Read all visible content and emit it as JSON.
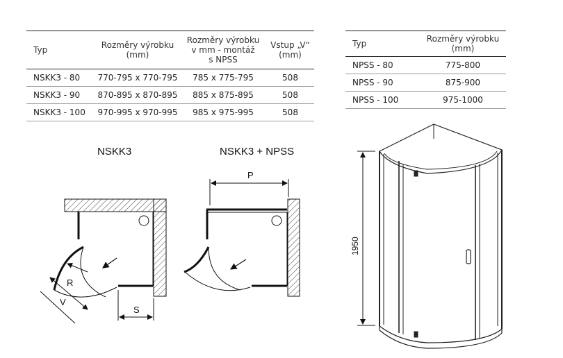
{
  "table1": {
    "headers": [
      "Typ",
      "Rozměry výrobku\n(mm)",
      "Rozměry výrobku\nv mm - montáž\ns NPSS",
      "Vstup „V“\n(mm)"
    ],
    "rows": [
      [
        "NSKK3 - 80",
        "770-795 x 770-795",
        "785 x 775-795",
        "508"
      ],
      [
        "NSKK3 - 90",
        "870-895 x 870-895",
        "885 x 875-895",
        "508"
      ],
      [
        "NSKK3 - 100",
        "970-995 x 970-995",
        "985 x 975-995",
        "508"
      ]
    ]
  },
  "table2": {
    "headers": [
      "Typ",
      "Rozměry výrobku\n(mm)"
    ],
    "rows": [
      [
        "NPSS - 80",
        "775-800"
      ],
      [
        "NPSS - 90",
        "875-900"
      ],
      [
        "NPSS - 100",
        "975-1000"
      ]
    ]
  },
  "diagrams": {
    "left_title": "NSKK3",
    "right_title": "NSKK3 + NPSS",
    "label_r": "R",
    "label_v": "V",
    "label_s": "S",
    "label_p": "P",
    "label_height": "1950"
  }
}
